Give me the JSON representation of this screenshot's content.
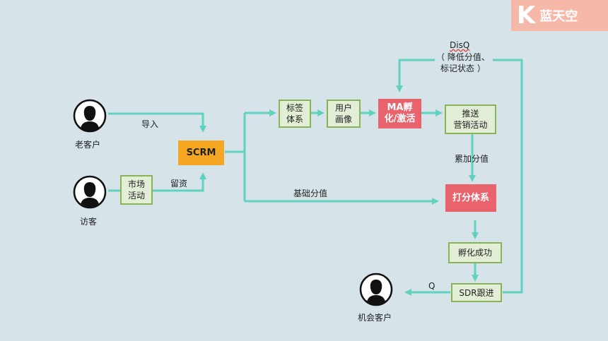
{
  "logo": {
    "letter": "K",
    "text": "蓝天空"
  },
  "nodes": {
    "old_customer": "老客户",
    "visitor": "访客",
    "opportunity_customer": "机会客户",
    "scrm": "SCRM",
    "market_activity": "市场\n活动",
    "tag_system": "标签\n体系",
    "user_profile": "用户\n画像",
    "ma_incubate": "MA孵\n化/激活",
    "push_marketing": "推送\n营销活动",
    "score_system": "打分体系",
    "incubate_success": "孵化成功",
    "sdr_follow": "SDR跟进"
  },
  "labels": {
    "import": "导入",
    "retain": "留资",
    "base_score": "基础分值",
    "accumulate_score": "累加分值",
    "disq_title": "DisQ",
    "disq_desc": "（ 降低分值、\n标记状态 ）",
    "q": "Q"
  },
  "colors": {
    "arrow": "#5fd3c0",
    "green_border": "#88b356",
    "green_fill": "#e3eed6",
    "orange": "#f5a623",
    "red": "#e9636d",
    "background": "#d6e4ea"
  }
}
